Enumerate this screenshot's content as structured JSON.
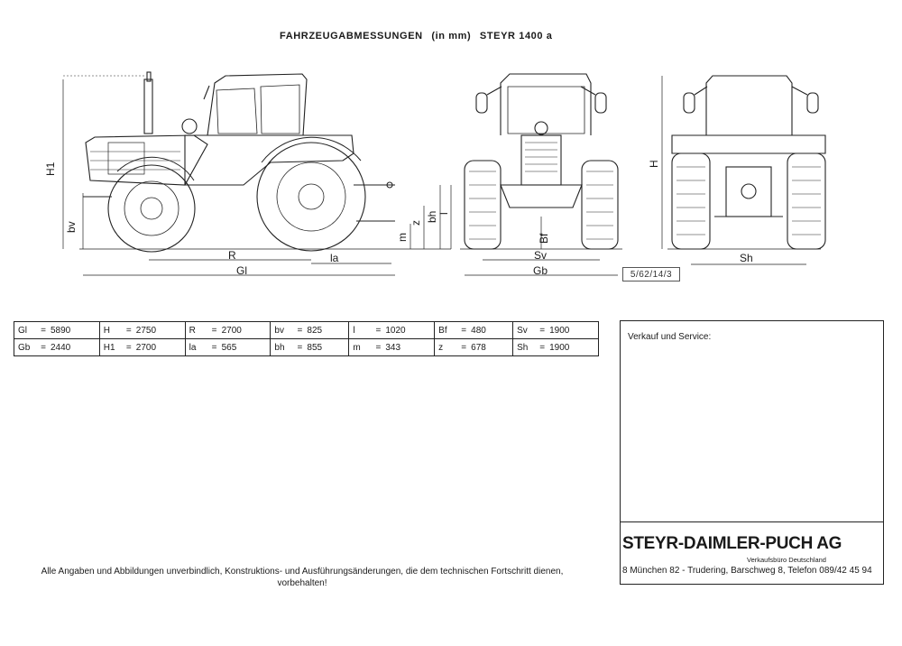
{
  "header": {
    "title": "FAHRZEUGABMESSUNGEN",
    "unit": "(in mm)",
    "model": "STEYR 1400 a"
  },
  "drawing_labels": {
    "side": [
      "H1",
      "bv",
      "R",
      "la",
      "Gl",
      "m",
      "z",
      "bh",
      "l"
    ],
    "front": [
      "Bf",
      "Sv",
      "Gb"
    ],
    "rear": [
      "H",
      "Sh"
    ]
  },
  "drawing_reference": "5/62/14/3",
  "dimensions_table": [
    [
      {
        "key": "Gl",
        "value": "5890"
      },
      {
        "key": "H",
        "value": "2750"
      },
      {
        "key": "R",
        "value": "2700"
      },
      {
        "key": "bv",
        "value": "825"
      },
      {
        "key": "l",
        "value": "1020"
      },
      {
        "key": "Bf",
        "value": "480"
      },
      {
        "key": "Sv",
        "value": "1900"
      }
    ],
    [
      {
        "key": "Gb",
        "value": "2440"
      },
      {
        "key": "H1",
        "value": "2700"
      },
      {
        "key": "la",
        "value": "565"
      },
      {
        "key": "bh",
        "value": "855"
      },
      {
        "key": "m",
        "value": "343"
      },
      {
        "key": "z",
        "value": "678"
      },
      {
        "key": "Sh",
        "value": "1900"
      }
    ]
  ],
  "dealer_box": {
    "label": "Verkauf und Service:",
    "company": "STEYR-DAIMLER-PUCH AG",
    "office": "Verkaufsbüro Deutschland",
    "address": "8 München 82 - Trudering, Barschweg 8, Telefon 089/42 45 94"
  },
  "disclaimer": {
    "line1": "Alle Angaben und Abbildungen unverbindlich, Konstruktions- und Ausführungsänderungen, die dem technischen Fortschritt dienen,",
    "line2": "vorbehalten!"
  }
}
